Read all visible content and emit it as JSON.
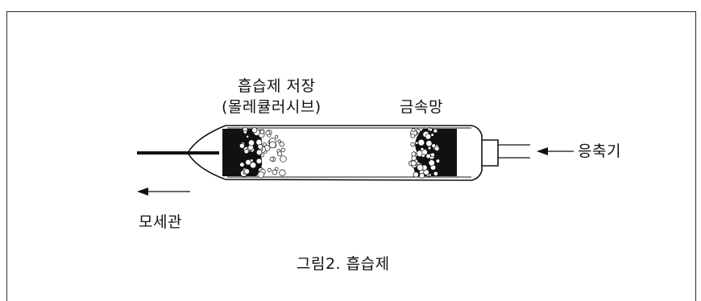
{
  "labels": {
    "desiccant_storage_line1": "흡습제 저장",
    "desiccant_storage_line2": "(몰레큘러시브)",
    "metal_mesh": "금속망",
    "from_condenser": "응축기",
    "to_capillary": "모세관",
    "caption": "그림2. 흡습제"
  },
  "colors": {
    "line": "#111111",
    "granule_fill": "#ffffff",
    "packing_dark": "#111111",
    "frame": "#2a2a2a"
  }
}
